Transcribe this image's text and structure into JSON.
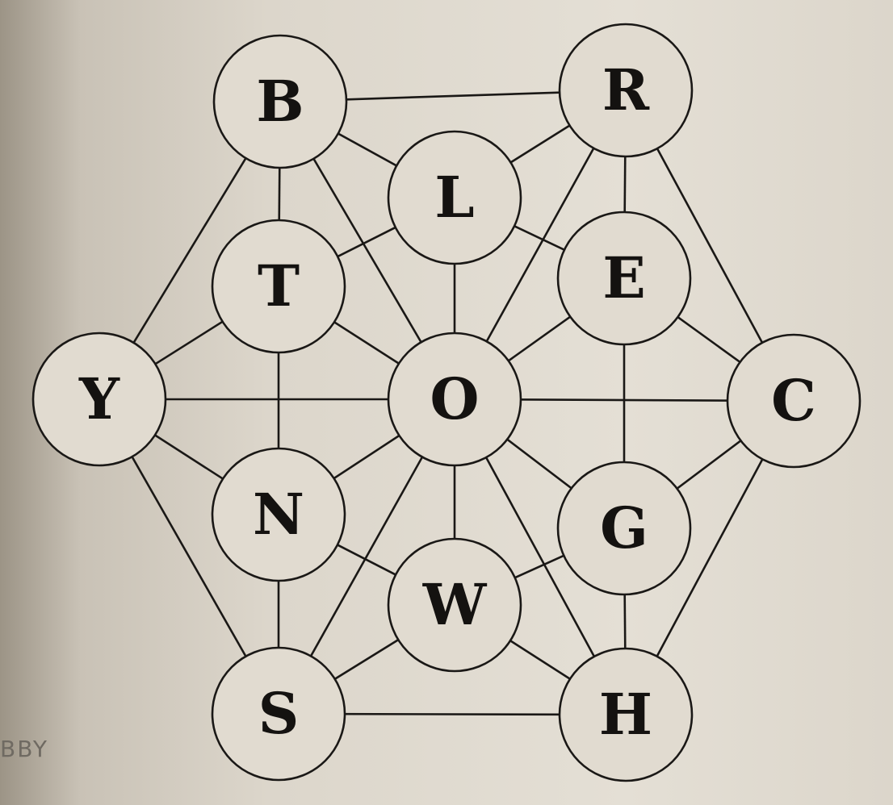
{
  "diagram": {
    "nodes": [
      {
        "id": "B",
        "label": "B"
      },
      {
        "id": "R",
        "label": "R"
      },
      {
        "id": "L",
        "label": "L"
      },
      {
        "id": "T",
        "label": "T"
      },
      {
        "id": "E",
        "label": "E"
      },
      {
        "id": "Y",
        "label": "Y"
      },
      {
        "id": "O",
        "label": "O"
      },
      {
        "id": "C",
        "label": "C"
      },
      {
        "id": "N",
        "label": "N"
      },
      {
        "id": "G",
        "label": "G"
      },
      {
        "id": "W",
        "label": "W"
      },
      {
        "id": "S",
        "label": "S"
      },
      {
        "id": "H",
        "label": "H"
      }
    ],
    "edges": [
      [
        "B",
        "R"
      ],
      [
        "B",
        "L"
      ],
      [
        "B",
        "T"
      ],
      [
        "B",
        "O"
      ],
      [
        "B",
        "Y"
      ],
      [
        "R",
        "L"
      ],
      [
        "R",
        "E"
      ],
      [
        "R",
        "O"
      ],
      [
        "R",
        "C"
      ],
      [
        "L",
        "T"
      ],
      [
        "L",
        "E"
      ],
      [
        "L",
        "O"
      ],
      [
        "T",
        "Y"
      ],
      [
        "T",
        "N"
      ],
      [
        "T",
        "O"
      ],
      [
        "E",
        "O"
      ],
      [
        "E",
        "C"
      ],
      [
        "E",
        "G"
      ],
      [
        "Y",
        "O"
      ],
      [
        "Y",
        "N"
      ],
      [
        "Y",
        "S"
      ],
      [
        "O",
        "C"
      ],
      [
        "O",
        "N"
      ],
      [
        "O",
        "G"
      ],
      [
        "O",
        "W"
      ],
      [
        "O",
        "S"
      ],
      [
        "O",
        "H"
      ],
      [
        "C",
        "G"
      ],
      [
        "C",
        "H"
      ],
      [
        "N",
        "S"
      ],
      [
        "N",
        "W"
      ],
      [
        "G",
        "W"
      ],
      [
        "G",
        "H"
      ],
      [
        "W",
        "S"
      ],
      [
        "W",
        "H"
      ],
      [
        "S",
        "H"
      ]
    ]
  },
  "margin_note": "BBY"
}
